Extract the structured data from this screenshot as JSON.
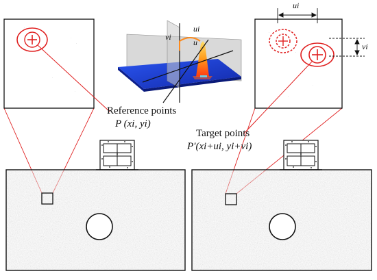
{
  "labels": {
    "reference_title": "Reference points",
    "reference_formula": "P (xi, yi)",
    "target_title": "Target points",
    "target_formula": "P′(xi+ui, yi+vi)",
    "surface_u": "u",
    "surface_ui": "ui",
    "surface_vi": "vi",
    "dim_ui": "ui",
    "dim_vi": "vi"
  },
  "colors": {
    "annotation_red": "#e02020",
    "speckle_dark": "#1a1a1a",
    "specimen_gray": "#d4d4d4",
    "surface_blue": "#1e3fd8",
    "peak_orange": "#ff9a1a",
    "plane_gray": "#9a9a9a"
  },
  "icons": {
    "crosshair": "crosshair-icon",
    "frame": "loading-frame-icon",
    "hole": "circular-hole-icon"
  }
}
